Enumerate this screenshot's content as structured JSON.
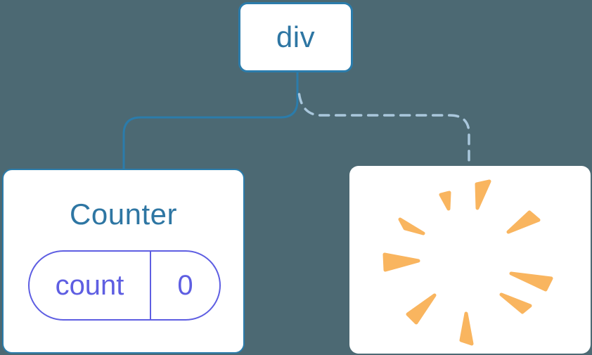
{
  "nodes": {
    "root": {
      "label": "div"
    },
    "counter": {
      "title": "Counter",
      "state_key": "count",
      "state_value": "0"
    },
    "removed": {
      "icon": "poof-burst-icon"
    }
  },
  "edges": {
    "root_to_counter": {
      "style": "solid"
    },
    "root_to_removed": {
      "style": "dashed"
    }
  },
  "colors": {
    "background": "#4c6973",
    "node_fill": "#ffffff",
    "node_border": "#2b7cab",
    "node_text": "#2e76a3",
    "edge_solid": "#2b7cab",
    "edge_dashed": "#a9c7dc",
    "state_accent": "#5e5ee2",
    "poof": "#f9b55f"
  }
}
